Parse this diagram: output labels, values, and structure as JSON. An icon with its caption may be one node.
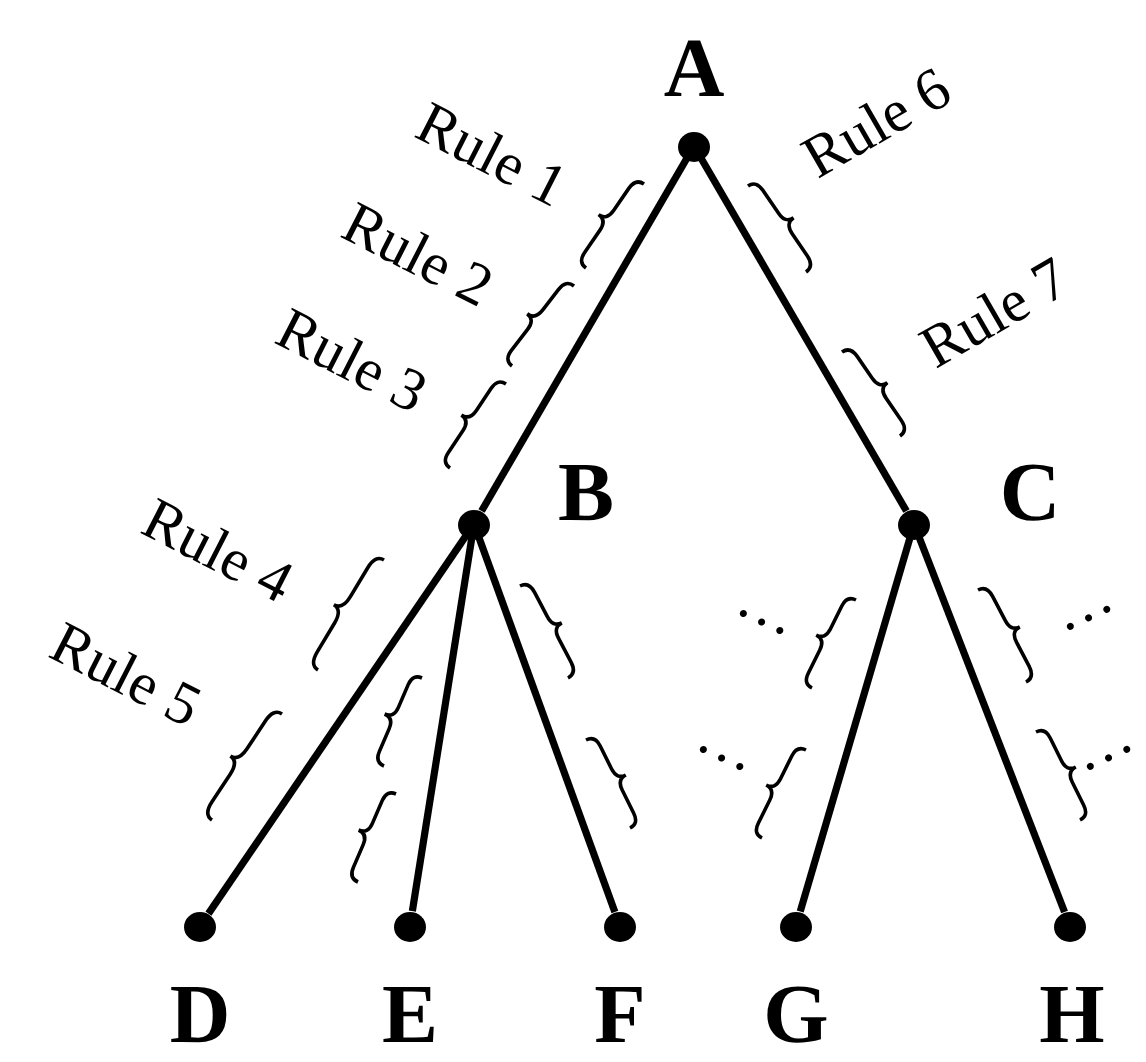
{
  "diagram": {
    "nodes": [
      {
        "text": [],
        "shape": "circle",
        "beside": [
          "A"
        ]
      },
      {
        "text": [],
        "shape": "circle",
        "beside": [
          "B"
        ]
      },
      {
        "text": [],
        "shape": "circle",
        "beside": [
          "C"
        ]
      },
      {
        "text": [],
        "shape": "circle",
        "beside": [
          "D"
        ]
      },
      {
        "text": [],
        "shape": "circle",
        "beside": [
          "E"
        ]
      },
      {
        "text": [],
        "shape": "circle",
        "beside": [
          "F"
        ]
      },
      {
        "text": [],
        "shape": "circle",
        "beside": [
          "G"
        ]
      },
      {
        "text": [],
        "shape": "circle",
        "beside": [
          "H"
        ]
      }
    ],
    "edges": [
      {
        "from": 0,
        "to": 1,
        "arrow": "none"
      },
      {
        "from": 0,
        "to": 2,
        "arrow": "none"
      },
      {
        "from": 1,
        "to": 3,
        "arrow": "none"
      },
      {
        "from": 1,
        "to": 4,
        "arrow": "none"
      },
      {
        "from": 1,
        "to": 5,
        "arrow": "none"
      },
      {
        "from": 2,
        "to": 6,
        "arrow": "none"
      },
      {
        "from": 2,
        "to": 7,
        "arrow": "none"
      }
    ],
    "labels": [
      "Rule 1",
      "Rule 6",
      "Rule 2",
      "Rule 7",
      "Rule 3",
      "Rule 4",
      "Rule 5",
      "…",
      "…",
      "…",
      "…"
    ]
  }
}
